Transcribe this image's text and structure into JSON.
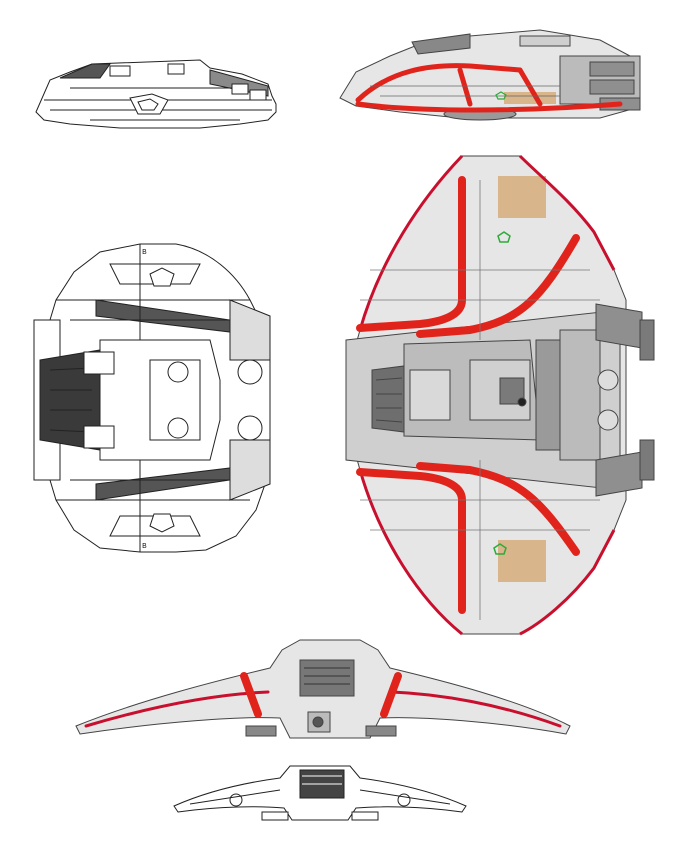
{
  "sheet": {
    "views": [
      {
        "id": "side-lineart",
        "style": "lineart"
      },
      {
        "id": "side-color",
        "style": "color"
      },
      {
        "id": "top-lineart",
        "style": "lineart"
      },
      {
        "id": "top-color",
        "style": "color"
      },
      {
        "id": "front-color",
        "style": "color"
      },
      {
        "id": "front-lineart",
        "style": "lineart"
      }
    ],
    "markings": {
      "top_lineart": [
        "B",
        "B"
      ]
    }
  },
  "colors": {
    "hull": "#e8e8e8",
    "hull_dark": "#9a9a9a",
    "panel": "#cfcfcf",
    "stripe": "#e0241c",
    "edge": "#c8102e",
    "tan": "#d8b58a",
    "green": "#2faa3a",
    "outline": "#222222"
  }
}
